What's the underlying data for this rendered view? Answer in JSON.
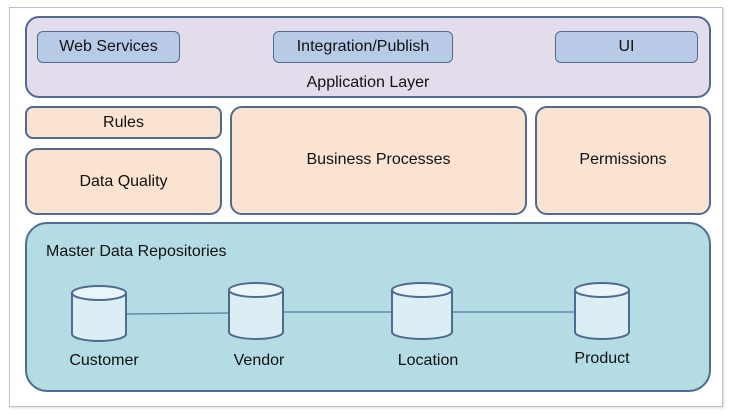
{
  "application_layer": {
    "title": "Application Layer",
    "services": [
      "Web Services",
      "Integration/Publish",
      "UI"
    ]
  },
  "middle_layer": {
    "rules": "Rules",
    "data_quality": "Data Quality",
    "business_processes": "Business Processes",
    "permissions": "Permissions"
  },
  "repositories": {
    "title": "Master Data Repositories",
    "items": [
      "Customer",
      "Vendor",
      "Location",
      "Product"
    ]
  },
  "colors": {
    "application_bg": "#e3dcea",
    "service_bg": "#b8cbe6",
    "middle_bg": "#fbe3d2",
    "repository_bg": "#b4dce5",
    "border": "#4f6b8f"
  }
}
